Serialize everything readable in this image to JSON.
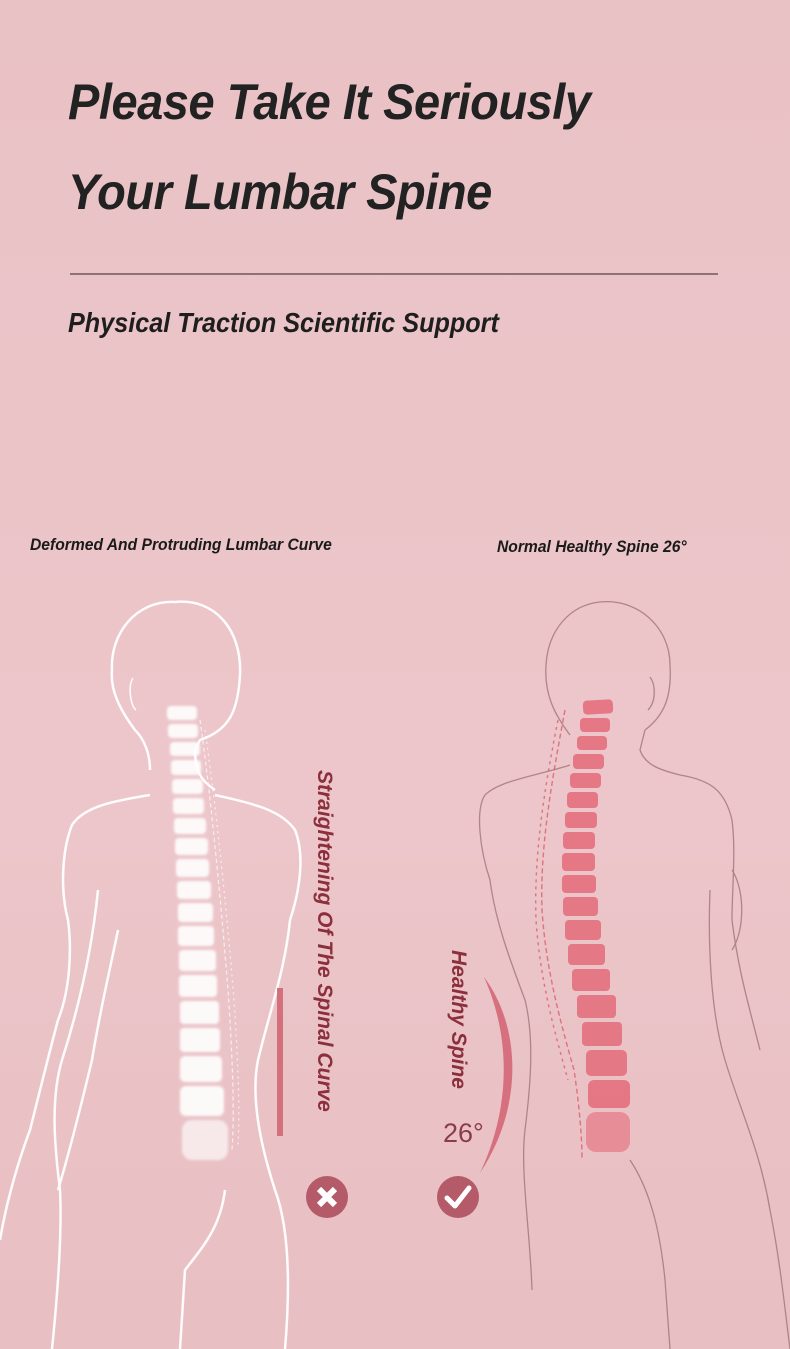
{
  "header": {
    "title_line1": "Please Take It Seriously",
    "title_line2": "Your Lumbar Spine",
    "subtitle": "Physical Traction Scientific Support"
  },
  "comparison": {
    "left": {
      "caption": "Deformed And Protruding Lumbar Curve",
      "vertical_label": "Straightening Of The Spinal Curve",
      "status_icon": "x-icon",
      "spine_color": "#ffffff"
    },
    "right": {
      "caption": "Normal Healthy Spine 26°",
      "vertical_label": "Healthy Spine",
      "angle": "26°",
      "status_icon": "check-icon",
      "spine_color": "#e06a78"
    }
  },
  "colors": {
    "background": "#ebc4c8",
    "title_text": "#222222",
    "accent_text": "#8c2f3c",
    "accent_bar": "#d46f7c",
    "badge": "#b45a68",
    "divider": "#8f7074"
  }
}
